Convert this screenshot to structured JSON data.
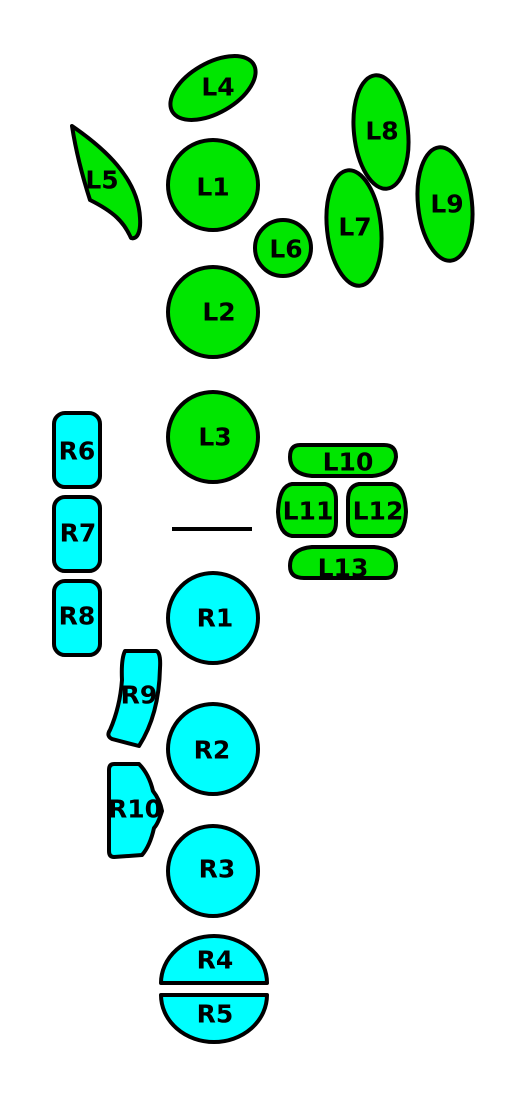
{
  "colors": {
    "left": "#00e600",
    "right": "#00ffff",
    "stroke": "#000000"
  },
  "left_labels": {
    "L1": "L1",
    "L2": "L2",
    "L3": "L3",
    "L4": "L4",
    "L5": "L5",
    "L6": "L6",
    "L7": "L7",
    "L8": "L8",
    "L9": "L9",
    "L10": "L10",
    "L11": "L11",
    "L12": "L12",
    "L13": "L13"
  },
  "right_labels": {
    "R1": "R1",
    "R2": "R2",
    "R3": "R3",
    "R4": "R4",
    "R5": "R5",
    "R6": "R6",
    "R7": "R7",
    "R8": "R8",
    "R9": "R9",
    "R10": "R10"
  }
}
